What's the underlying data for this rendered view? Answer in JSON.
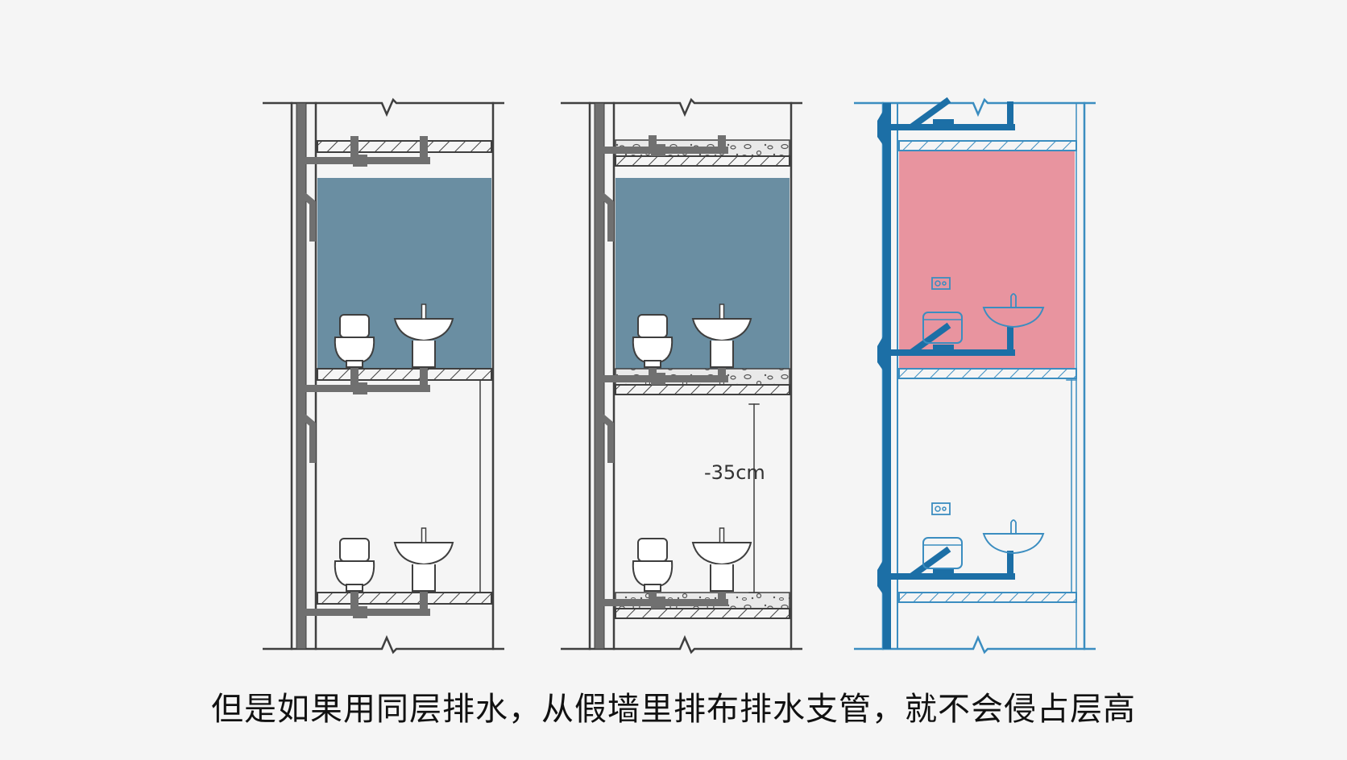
{
  "caption": "但是如果用同层排水，从假墙里排布排水支管，就不会侵占层高",
  "dimension_label": "-35cm",
  "colors": {
    "background": "#f5f5f5",
    "upper_room_gray": "#6a8ea2",
    "upper_room_pink": "#e8949f",
    "gray_line": "#3f3f3f",
    "gray_pipe": "#707070",
    "blue_line": "#3b8dc0",
    "blue_pipe": "#1c6fa6"
  },
  "panels": [
    {
      "id": "conventional-drainage",
      "scheme": "gray"
    },
    {
      "id": "drop-slab-drainage",
      "scheme": "gray"
    },
    {
      "id": "same-floor-drainage",
      "scheme": "blue"
    }
  ]
}
